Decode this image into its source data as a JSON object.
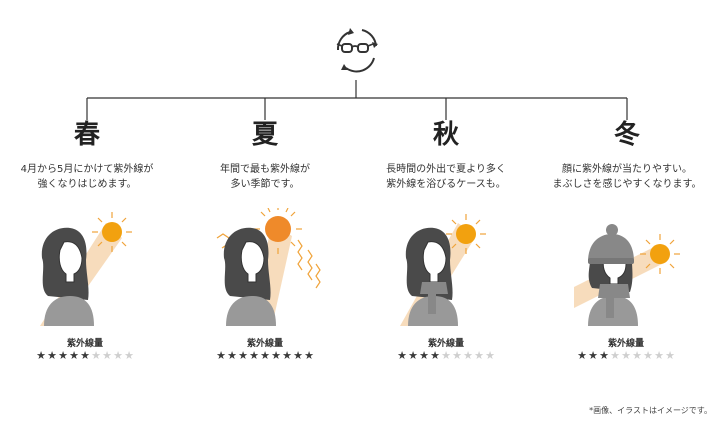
{
  "header_icon": "glasses-cycle-icon",
  "colors": {
    "sun": "#f2a10f",
    "sun_ray": "#f0a33a",
    "beam": "#f7dcbc",
    "hair": "#4a4a4a",
    "skin": "#ffffff",
    "shirt": "#999999",
    "star_on": "#3a3a3a",
    "star_off": "#cfcfcf"
  },
  "seasons": [
    {
      "title": "春",
      "desc_lines": [
        "4月から5月にかけて紫外線が",
        "強くなりはじめます。"
      ],
      "uv_label": "紫外線量",
      "rating": 5,
      "max": 9
    },
    {
      "title": "夏",
      "desc_lines": [
        "年間で最も紫外線が",
        "多い季節です。"
      ],
      "uv_label": "紫外線量",
      "rating": 9,
      "max": 9
    },
    {
      "title": "秋",
      "desc_lines": [
        "長時間の外出で夏より多く",
        "紫外線を浴びるケースも。"
      ],
      "uv_label": "紫外線量",
      "rating": 4,
      "max": 9
    },
    {
      "title": "冬",
      "desc_lines": [
        "顔に紫外線が当たりやすい。",
        "まぶしさを感じやすくなります。"
      ],
      "uv_label": "紫外線量",
      "rating": 3,
      "max": 9
    }
  ],
  "footnote": "*画像、イラストはイメージです。"
}
